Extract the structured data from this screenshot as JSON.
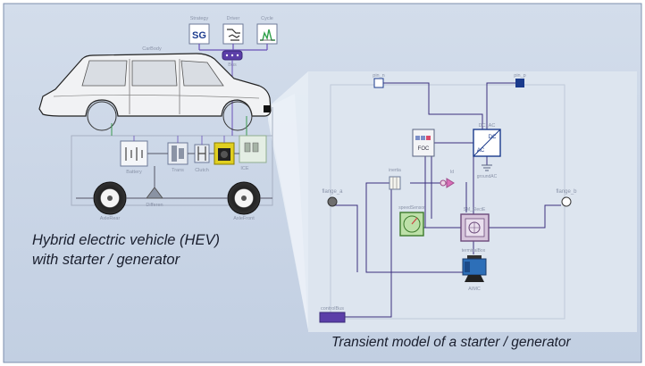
{
  "colors": {
    "background": "#c9d5e6",
    "zoom_panel": "#dfe6f0",
    "wire": "#4a3a8c",
    "connector": "#1a3a8c"
  },
  "hev_model": {
    "caption_line1": "Hybrid electric vehicle (HEV)",
    "caption_line2": "with starter / generator",
    "car_label": "CarBody",
    "controller_labels": [
      "Strategy",
      "Driver",
      "Cycle"
    ],
    "strategy_icon_text": "SG",
    "bus_label": "Bus",
    "component_labels": [
      "Battery",
      "Trans",
      "Clutch",
      "ICE"
    ],
    "axle_labels": [
      "AxleRear",
      "Differen",
      "AxleFront"
    ]
  },
  "sg_model": {
    "caption": "Transient model of a starter / generator",
    "pin_labels": [
      "pin_n",
      "pin_p"
    ],
    "flange_labels": [
      "flange_a",
      "flange_b"
    ],
    "block_labels": {
      "dcac": "DC_AC",
      "dc": "DC",
      "ac": "AC",
      "foc": "FOC",
      "ground": "groundAC",
      "inertia": "inertia",
      "speed": "speedSensor",
      "sm": "SM_ElectE",
      "terminal": "terminalBox",
      "aimc": "AIMC",
      "sensor": "Id"
    },
    "bus_label": "controlBus"
  }
}
